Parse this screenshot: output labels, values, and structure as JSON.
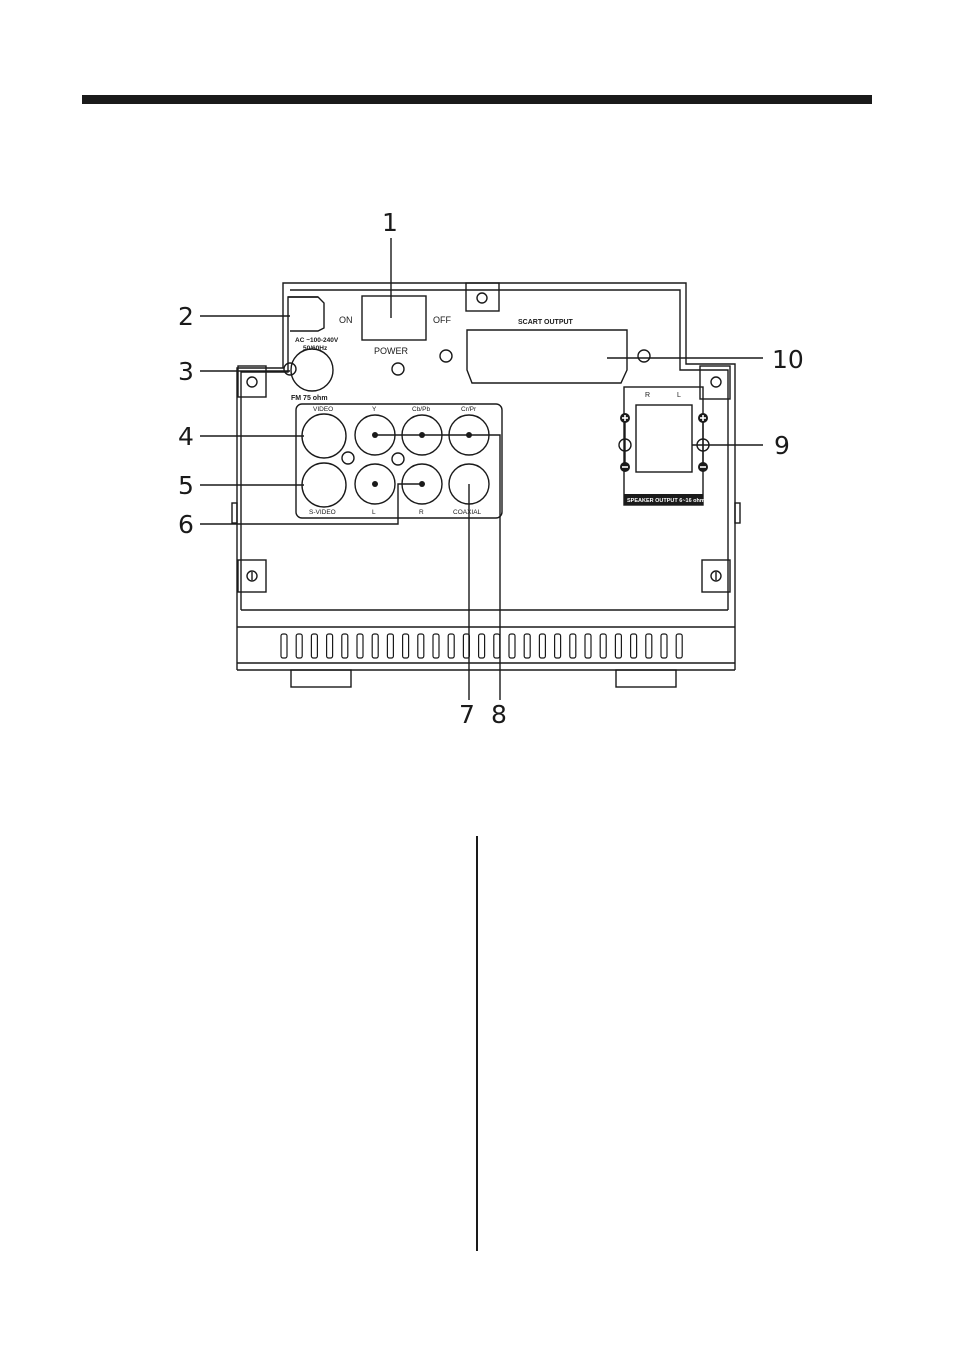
{
  "diagram": {
    "callouts": {
      "n1": "1",
      "n2": "2",
      "n3": "3",
      "n4": "4",
      "n5": "5",
      "n6": "6",
      "n7": "7",
      "n8": "8",
      "n9": "9",
      "n10": "10"
    },
    "panel_labels": {
      "on": "ON",
      "off": "OFF",
      "power": "POWER",
      "scart_output": "SCART OUTPUT",
      "ac_line1": "AC ~100-240V",
      "ac_line2": "50/60Hz",
      "fm": "FM  75 ohm",
      "video": "VIDEO",
      "y": "Y",
      "cb_pb": "Cb/Pb",
      "cr_pr": "Cr/Pr",
      "s_video": "S-VIDEO",
      "l": "L",
      "r": "R",
      "coaxial": "COAXIAL",
      "spk_r": "R",
      "spk_l": "L",
      "speaker_output": "SPEAKER OUTPUT  6~16 ohm"
    }
  },
  "colors": {
    "ink": "#1a1a1a",
    "paper": "#ffffff"
  }
}
